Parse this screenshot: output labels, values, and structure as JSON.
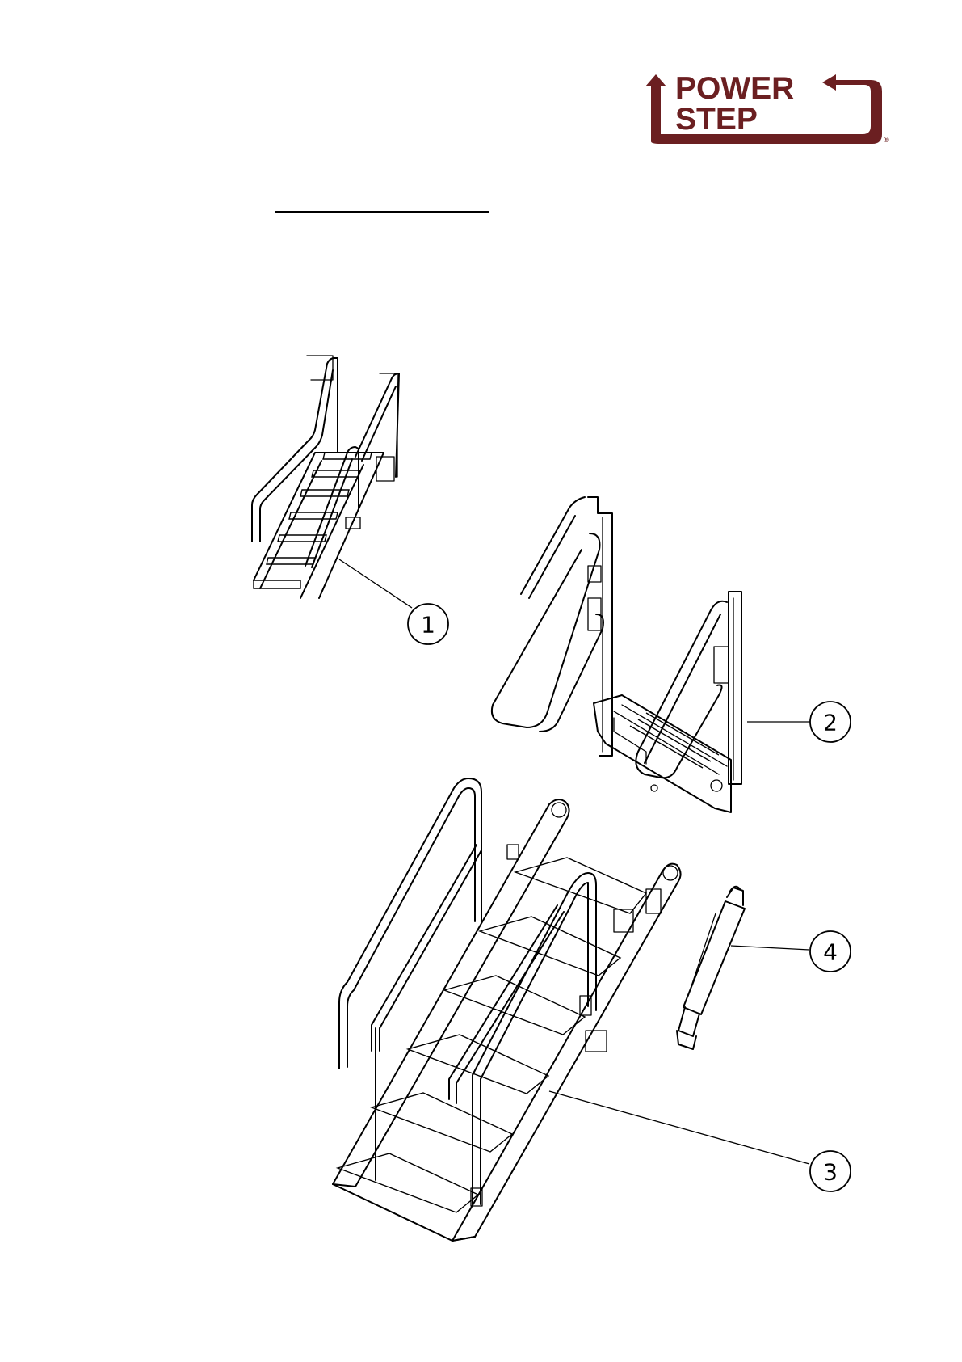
{
  "logo": {
    "line1": "POWER",
    "line2": "STEP",
    "registered": "®",
    "color": "#6b1f21"
  },
  "callouts": [
    {
      "number": "1"
    },
    {
      "number": "2"
    },
    {
      "number": "3"
    },
    {
      "number": "4"
    }
  ]
}
